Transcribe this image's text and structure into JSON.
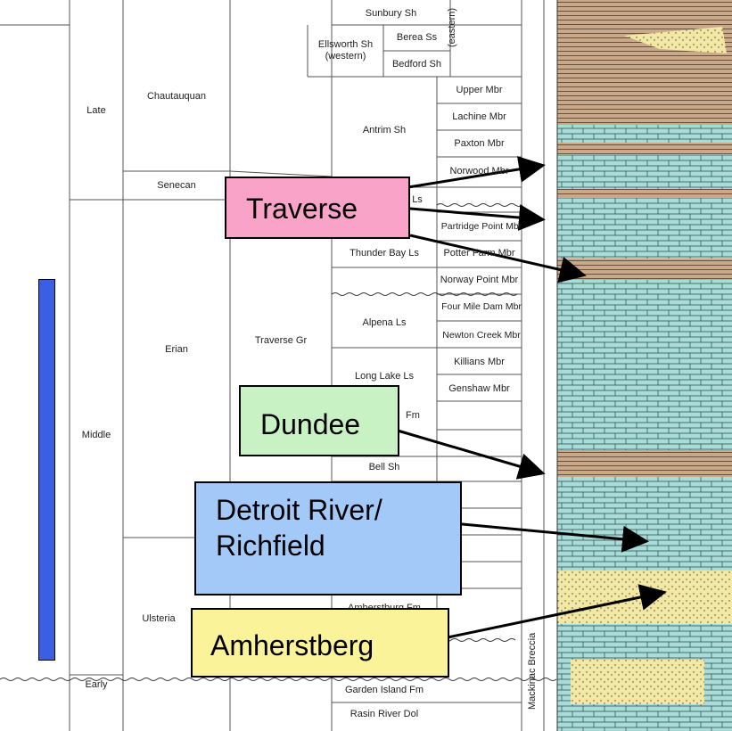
{
  "columns": {
    "epochs": [
      "Late",
      "Middle",
      "Early"
    ],
    "ages": [
      "Chautauquan",
      "Senecan",
      "Erian",
      "Ulsteria"
    ],
    "groups": [
      "Traverse Gr"
    ],
    "formations": {
      "sunbury": "Sunbury Sh",
      "ellsworth": "Ellsworth Sh\n(western)",
      "berea": "Berea Ss",
      "bedford": "Bedford Sh",
      "eastern": "(eastern)",
      "antrim": "Antrim Sh",
      "ls_partial": "Ls",
      "thunder_bay": "Thunder Bay Ls",
      "alpena": "Alpena Ls",
      "long_lake": "Long Lake Ls",
      "fm_partial": "Fm",
      "bell": "Bell Sh",
      "amherstburg": "Amherstburg Fm",
      "garden_island": "Garden Island Fm",
      "rasin_river": "Rasin River Dol",
      "mackinac": "Mackinac Breccia"
    },
    "members": [
      "Upper Mbr",
      "Lachine Mbr",
      "Paxton Mbr",
      "Norwood Mbr",
      "Partridge Point Mbr",
      "Potter Farm Mbr",
      "Norway Point Mbr",
      "Four Mile Dam Mbr",
      "Newton Creek Mbr",
      "Killians Mbr",
      "Genshaw Mbr"
    ]
  },
  "callouts": [
    {
      "id": "traverse",
      "label": "Traverse",
      "color": "#f9a3c9"
    },
    {
      "id": "dundee",
      "label": "Dundee",
      "color": "#c9f2c4"
    },
    {
      "id": "detroit",
      "label": "Detroit River/\nRichfield",
      "color": "#a3c9f9"
    },
    {
      "id": "amherstberg",
      "label": "Amherstberg",
      "color": "#fbf39a"
    }
  ],
  "colors": {
    "range_bar": "#3a5fe0",
    "limestone": "#a8dcd9",
    "shale": "#c9a98a",
    "sandstone": "#f2e7a3"
  }
}
